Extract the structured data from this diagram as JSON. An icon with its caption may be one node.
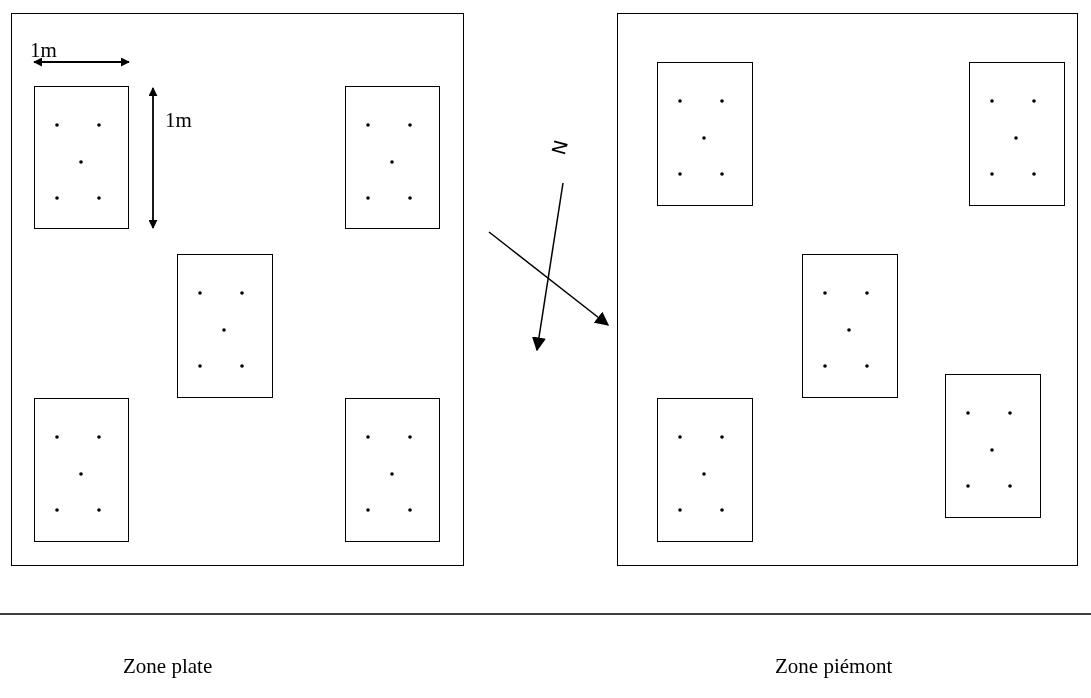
{
  "diagram": {
    "nodes": [
      {
        "text": [],
        "shape": "box"
      },
      {
        "text": [],
        "shape": "box",
        "in": 0
      },
      {
        "text": [],
        "shape": "box",
        "in": 0
      },
      {
        "text": [],
        "shape": "box",
        "in": 0
      },
      {
        "text": [],
        "shape": "box",
        "in": 0
      },
      {
        "text": [],
        "shape": "box",
        "in": 0
      },
      {
        "text": [],
        "shape": "box"
      },
      {
        "text": [],
        "shape": "box",
        "in": 6
      },
      {
        "text": [],
        "shape": "box",
        "in": 6
      },
      {
        "text": [],
        "shape": "box",
        "in": 6
      },
      {
        "text": [],
        "shape": "box",
        "in": 6
      },
      {
        "text": [],
        "shape": "box",
        "in": 6
      }
    ],
    "edges": [],
    "labels": [
      "1m",
      "1m",
      "N",
      "Zone plate",
      "Zone piémont"
    ]
  }
}
